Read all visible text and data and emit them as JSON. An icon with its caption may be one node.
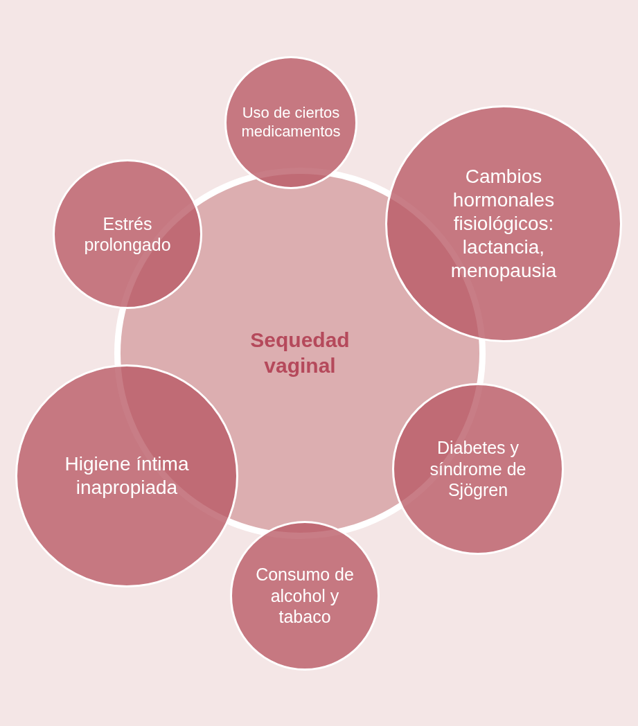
{
  "diagram": {
    "nodes": [
      {
        "text": [
          "Sequedad vaginal"
        ]
      },
      {
        "text": [
          "Uso de ciertos medicamentos"
        ]
      },
      {
        "text": [
          "Estrés prolongado"
        ]
      },
      {
        "text": [
          "Cambios hormonales fisiológicos: lactancia, menopausia"
        ]
      },
      {
        "text": [
          "Diabetes y síndrome de Sjögren"
        ]
      },
      {
        "text": [
          "Higiene íntima inapropiada"
        ]
      },
      {
        "text": [
          "Consumo de alcohol y tabaco"
        ]
      }
    ]
  }
}
